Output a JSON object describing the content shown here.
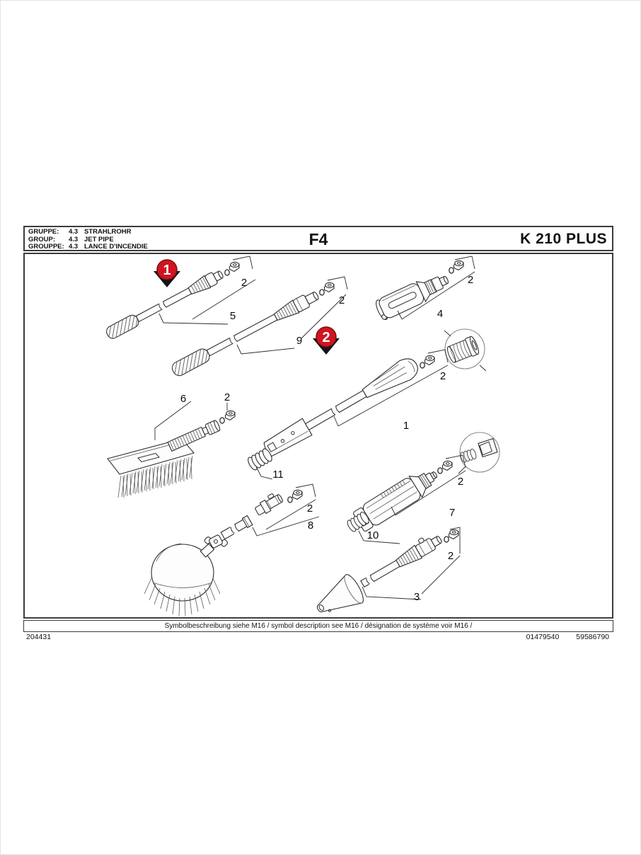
{
  "header": {
    "rows": [
      {
        "label": "GRUPPE:",
        "code": "4.3",
        "name": "STRAHLROHR"
      },
      {
        "label": "GROUP:",
        "code": "4.3",
        "name": "JET PIPE"
      },
      {
        "label": "GROUPPE:",
        "code": "4.3",
        "name": "LANCE D'INCENDIE"
      }
    ],
    "page_code": "F4",
    "model": "K 210 PLUS"
  },
  "markers": {
    "marker1": "1",
    "marker2": "2"
  },
  "callouts": {
    "fitting": "2",
    "parts": {
      "p1": "1",
      "p3": "3",
      "p4": "4",
      "p5": "5",
      "p6": "6",
      "p7": "7",
      "p8": "8",
      "p9": "9",
      "p10": "10",
      "p11": "11"
    }
  },
  "colors": {
    "marker_red": "#cf1520",
    "line": "#2e2e2e"
  },
  "footer": {
    "symbol_note": "Symbolbeschreibung siehe M16 / symbol description see M16 / désignation de système voir M16 /",
    "doc_number": "204431",
    "ref_1": "01479540",
    "ref_2": "59586790"
  }
}
